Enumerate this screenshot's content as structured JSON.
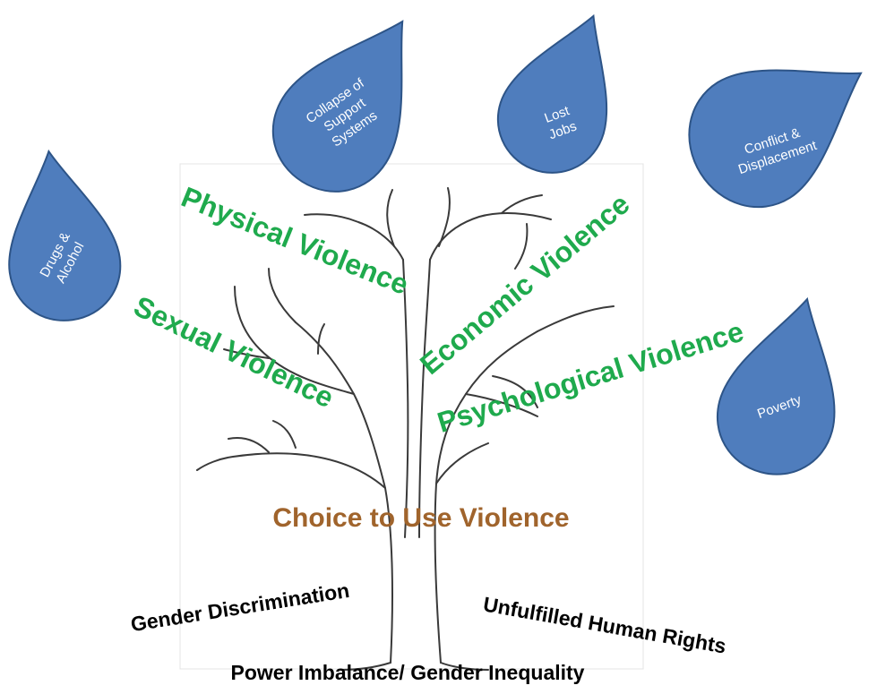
{
  "diagram": {
    "branches": {
      "physical": "Physical Violence",
      "economic": "Economic Violence",
      "sexual": "Sexual Violence",
      "psychological": "Psychological Violence"
    },
    "trunk": "Choice to Use Violence",
    "roots": {
      "gender_discrimination": "Gender Discrimination",
      "unfulfilled_rights": "Unfulfilled Human Rights",
      "power_imbalance": "Power Imbalance/ Gender Inequality"
    },
    "drops": {
      "drugs": [
        "Drugs &",
        "Alcohol"
      ],
      "collapse": [
        "Collapse of",
        "Support",
        "Systems"
      ],
      "jobs": [
        "Lost",
        "Jobs"
      ],
      "conflict": [
        "Conflict &",
        "Displacement"
      ],
      "poverty": [
        "Poverty"
      ]
    },
    "colors": {
      "drop_fill": "#4f7dbd",
      "drop_stroke": "#2d5487",
      "violence_text": "#1faa4d",
      "choice_text": "#a0642c",
      "root_text": "#000000"
    }
  }
}
